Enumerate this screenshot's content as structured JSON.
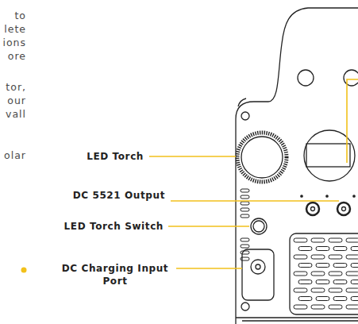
{
  "diagram": {
    "labels": [
      "to",
      "lete",
      "ions",
      "ore",
      "tor,",
      "our",
      "vall",
      "olar",
      "LED Torch",
      "DC 5521 Output",
      "LED Torch Switch",
      "DC Charging Input Port"
    ]
  }
}
